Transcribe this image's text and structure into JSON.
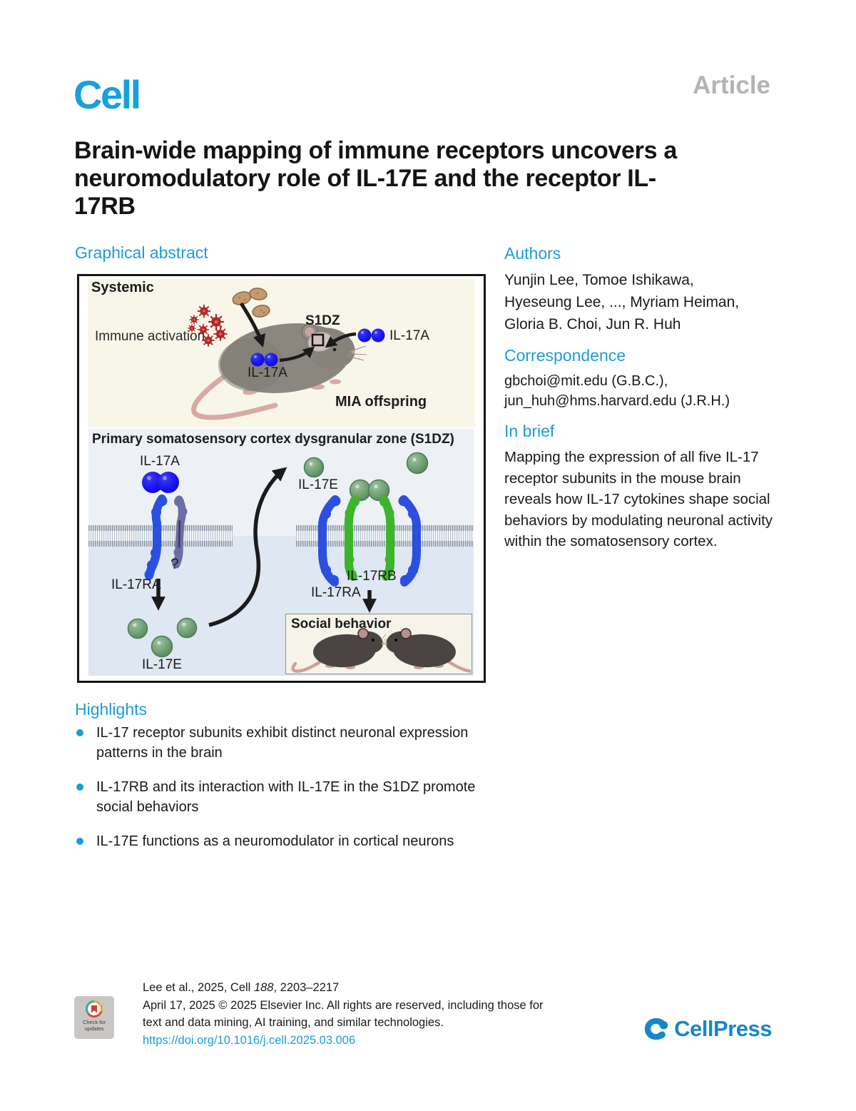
{
  "header": {
    "journal": "Cell",
    "article_type": "Article"
  },
  "title": {
    "lines": [
      "Brain-wide mapping of immune receptors uncovers a",
      "neuromodulatory role of IL-17E and the receptor IL-",
      "17RB"
    ]
  },
  "graphical_abstract": {
    "heading": "Graphical abstract",
    "systemic_panel": {
      "label": "Systemic",
      "immune_activation_label": "Immune activation",
      "s1dz_label": "S1DZ",
      "il17a_body_label": "IL-17A",
      "il17a_systemic_label": "IL-17A",
      "mia_offspring_label": "MIA offspring"
    },
    "s1dz_panel": {
      "title": "Primary somatosensory cortex dysgranular zone (S1DZ)",
      "il17a_label": "IL-17A",
      "il17ra_left_label": "IL-17RA",
      "unknown_receptor_label": "?",
      "il17e_released_label": "IL-17E",
      "il17e_top_label": "IL-17E",
      "il17rb_label": "IL-17RB",
      "il17ra_right_label": "IL-17RA",
      "social_behavior_label": "Social behavior"
    }
  },
  "authors": {
    "heading": "Authors",
    "lines": [
      "Yunjin Lee, Tomoe Ishikawa,",
      "Hyeseung Lee, ..., Myriam Heiman,",
      "Gloria B. Choi, Jun R. Huh"
    ]
  },
  "correspondence": {
    "heading": "Correspondence",
    "lines": [
      "gbchoi@mit.edu (G.B.C.),",
      "jun_huh@hms.harvard.edu (J.R.H.)"
    ]
  },
  "in_brief": {
    "heading": "In brief",
    "text": "Mapping the expression of all five IL-17 receptor subunits in the mouse brain reveals how IL-17 cytokines shape social behaviors by modulating neuronal activity within the somatosensory cortex."
  },
  "highlights": {
    "heading": "Highlights",
    "items": [
      "IL-17 receptor subunits exhibit distinct neuronal expression patterns in the brain",
      "IL-17RB and its interaction with IL-17E in the S1DZ promote social behaviors",
      "IL-17E functions as a neuromodulator in cortical neurons"
    ]
  },
  "footer": {
    "citation": {
      "prefix": "Lee et al., 2025, Cell ",
      "volume": "188",
      "pages": ", 2203–2217"
    },
    "rights_line1": "April 17, 2025 © 2025 Elsevier Inc. All rights are reserved, including those for",
    "rights_line2": "text and data mining, AI training, and similar technologies.",
    "doi": "https://doi.org/10.1016/j.cell.2025.03.006",
    "update_badge": {
      "line1": "Check for",
      "line2": "updates"
    },
    "publisher": "CellPress"
  },
  "colors": {
    "logo_blue": "#17a0dc",
    "accent_blue": "#1d9cd8",
    "article_gray": "#b4b4b4",
    "il17a_blue": "#1512ee",
    "il17ra_blue": "#2b50e0",
    "il17rb_green": "#3cb52c",
    "il17e_green": "#6f9f74",
    "virus_red": "#b02828",
    "panel_cream": "#f8f6e9",
    "panel_blue": "#dee7f2"
  }
}
